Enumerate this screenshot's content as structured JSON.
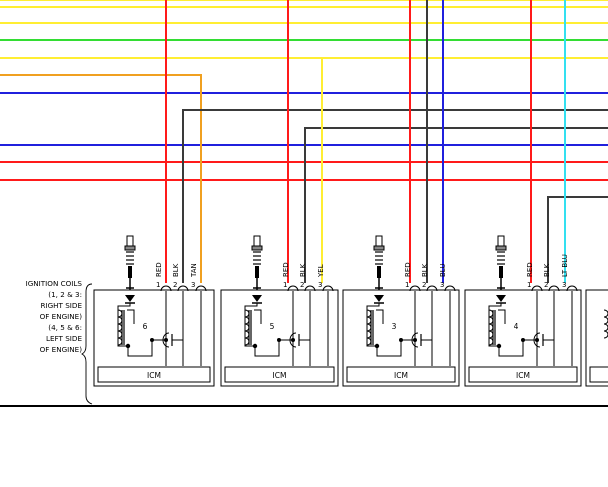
{
  "colors": {
    "red": "#ff1a1a",
    "black": "#3a3a3a",
    "yellow": "#ffee33",
    "green": "#33dd33",
    "tan": "#f0a020",
    "blue": "#2020dd",
    "lt_blue": "#33e0f0"
  },
  "side_label": {
    "lines": [
      "IGNITION COILS",
      "(1, 2 & 3:",
      "RIGHT SIDE",
      "OF ENGINE)",
      "(4, 5 & 6:",
      "LEFT SIDE",
      "OF ENGINE)"
    ]
  },
  "coils": [
    {
      "number": "6",
      "module": "ICM",
      "pins": [
        "1",
        "2",
        "3"
      ],
      "wires": [
        "RED",
        "BLK",
        "TAN"
      ]
    },
    {
      "number": "5",
      "module": "ICM",
      "pins": [
        "1",
        "2",
        "3"
      ],
      "wires": [
        "RED",
        "BLK",
        "YEL"
      ]
    },
    {
      "number": "3",
      "module": "ICM",
      "pins": [
        "1",
        "2",
        "3"
      ],
      "wires": [
        "RED",
        "BLK",
        "BLU"
      ]
    },
    {
      "number": "4",
      "module": "ICM",
      "pins": [
        "1",
        "2",
        "3"
      ],
      "wires": [
        "RED",
        "BLK",
        "LT BLU"
      ]
    }
  ]
}
